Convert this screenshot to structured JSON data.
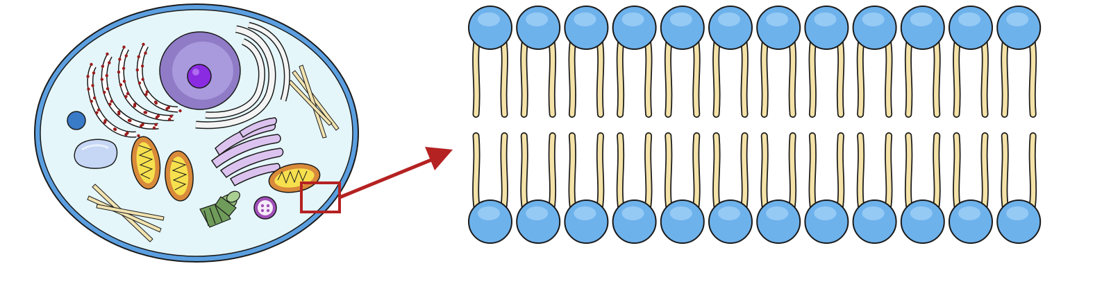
{
  "diagram": {
    "cell": {
      "membrane_color": "#5b9fe0",
      "cytoplasm_color": "#e4f6fa",
      "outline_color": "#1a1a1a",
      "nucleus": {
        "envelope_color": "#8f7bc6",
        "nucleoplasm_color": "#a999dd",
        "nucleolus_color": "#8a2be2"
      },
      "rough_er": {
        "color": "#ffffff",
        "ribosome_color": "#9b1c1c"
      },
      "golgi_color": "#dcc3ef",
      "mitochondria": {
        "outer_color": "#d98a3a",
        "inner_color": "#f6e04e"
      },
      "vacuole_color": "#c6d7f5",
      "lysosome_color": "#3a7bc8",
      "centriole_color": "#6f9c5a",
      "peroxisome_color": "#a04fb8",
      "cytoskeleton_color": "#f2e3b0"
    },
    "zoom_box": {
      "color": "#b52222"
    },
    "arrow": {
      "color": "#b52222"
    },
    "bilayer": {
      "head_color": "#6eb2ec",
      "head_highlight": "#9fd0f7",
      "tail_color": "#f4e2a8",
      "outline_color": "#1a1a1a",
      "lipids_per_leaflet": 12,
      "leaflets": [
        "upper",
        "lower"
      ]
    }
  }
}
